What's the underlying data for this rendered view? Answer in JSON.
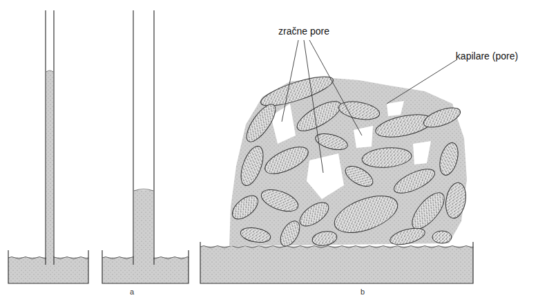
{
  "diagram": {
    "labels": [
      "zračne pore",
      "kapilare (pore)",
      "a",
      "b"
    ]
  }
}
